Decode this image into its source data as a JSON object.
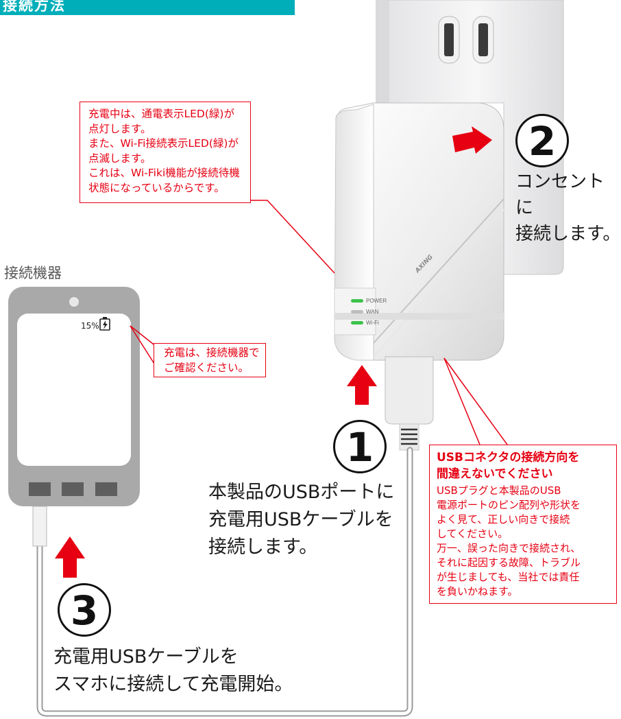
{
  "section_title": "接続方法",
  "callout_top": {
    "lines": [
      "充電中は、通電表示LED(緑)が",
      "点灯します。",
      "また、Wi-Fi接続表示LED(緑)が",
      "点滅します。",
      "これは、Wi-Fiki機能が接続待機",
      "状態になっているからです。"
    ]
  },
  "device_label": "接続機器",
  "phone": {
    "battery_text": "15%"
  },
  "callout_phone": {
    "lines": [
      "充電は、接続機器で",
      "ご確認ください。"
    ]
  },
  "step2": {
    "number": "2",
    "text": "コンセントに\n接続します。"
  },
  "step1": {
    "number": "1",
    "text": "本製品のUSBポートに\n充電用USBケーブルを\n接続します。"
  },
  "step3": {
    "number": "3",
    "text": "充電用USBケーブルを\nスマホに接続して充電開始。"
  },
  "warning": {
    "title_lines": [
      "USBコネクタの接続方向を",
      "間違えないでください"
    ],
    "body_lines": [
      "USBプラグと本製品のUSB",
      "電源ポートのピン配列や形状を",
      "よく見て、正しい向きで接続",
      "してください。",
      "万一、誤った向きで接続され、",
      "それに起因する故障、トラブル",
      "が生じましても、当社では責任",
      "を負いかねます。"
    ]
  },
  "device": {
    "brand": "AXING",
    "leds": [
      "POWER",
      "WAN",
      "Wi-Fi"
    ]
  },
  "colors": {
    "accent_teal": "#00aeba",
    "warning_red": "#e60012",
    "led_green": "#3cc24a"
  }
}
